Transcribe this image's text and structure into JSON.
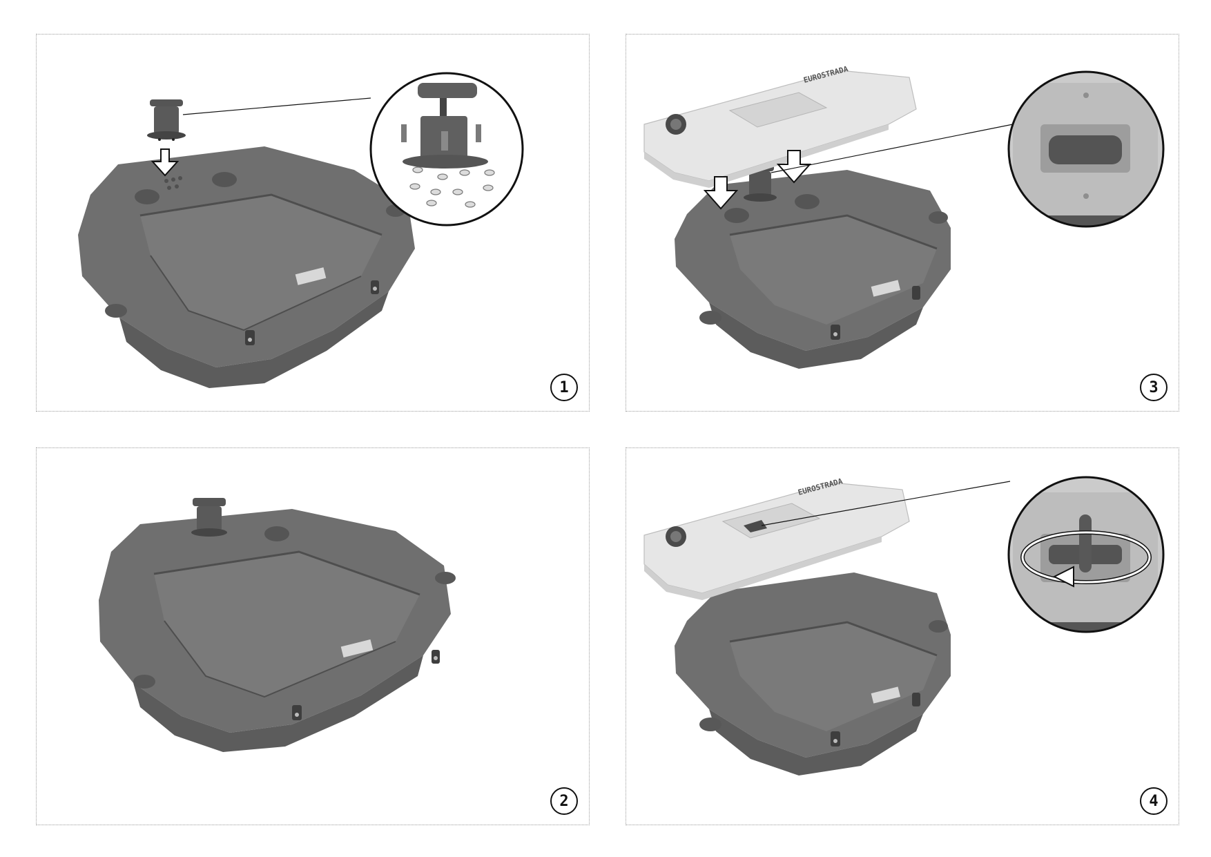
{
  "steps": [
    {
      "number": "1"
    },
    {
      "number": "2"
    },
    {
      "number": "3"
    },
    {
      "number": "4"
    }
  ],
  "colors": {
    "case_body": "#6f6f6f",
    "case_shadow": "#5c5c5c",
    "case_light": "#7c7c7c",
    "tank_white": "#e6e6e6",
    "outline": "#111111"
  },
  "icons": [
    "down-arrow-icon",
    "rotate-arrow-icon",
    "magnifier-callout"
  ],
  "tank": {
    "brand": "EUROSTRADA"
  }
}
